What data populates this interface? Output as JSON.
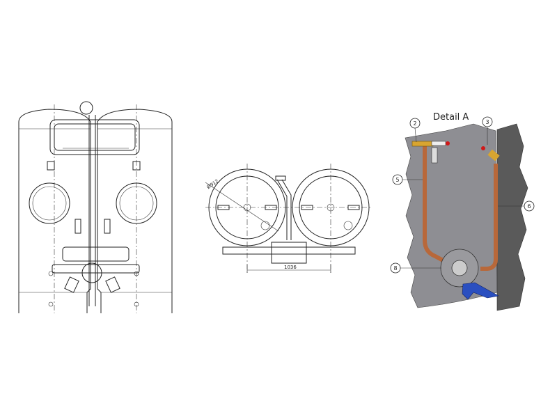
{
  "top_view": {
    "diameter_label": "Ø912",
    "spacing_dimension": "1036"
  },
  "detail": {
    "title": "Detail A",
    "callouts": [
      "2",
      "3",
      "5",
      "6",
      "8"
    ]
  },
  "colors": {
    "wall": "#8e8e93",
    "wall_dark": "#5a5a5a",
    "copper": "#b8683a",
    "brass": "#d8a530",
    "valve_blue": "#2a4fc0",
    "handle_red": "#d01818"
  }
}
